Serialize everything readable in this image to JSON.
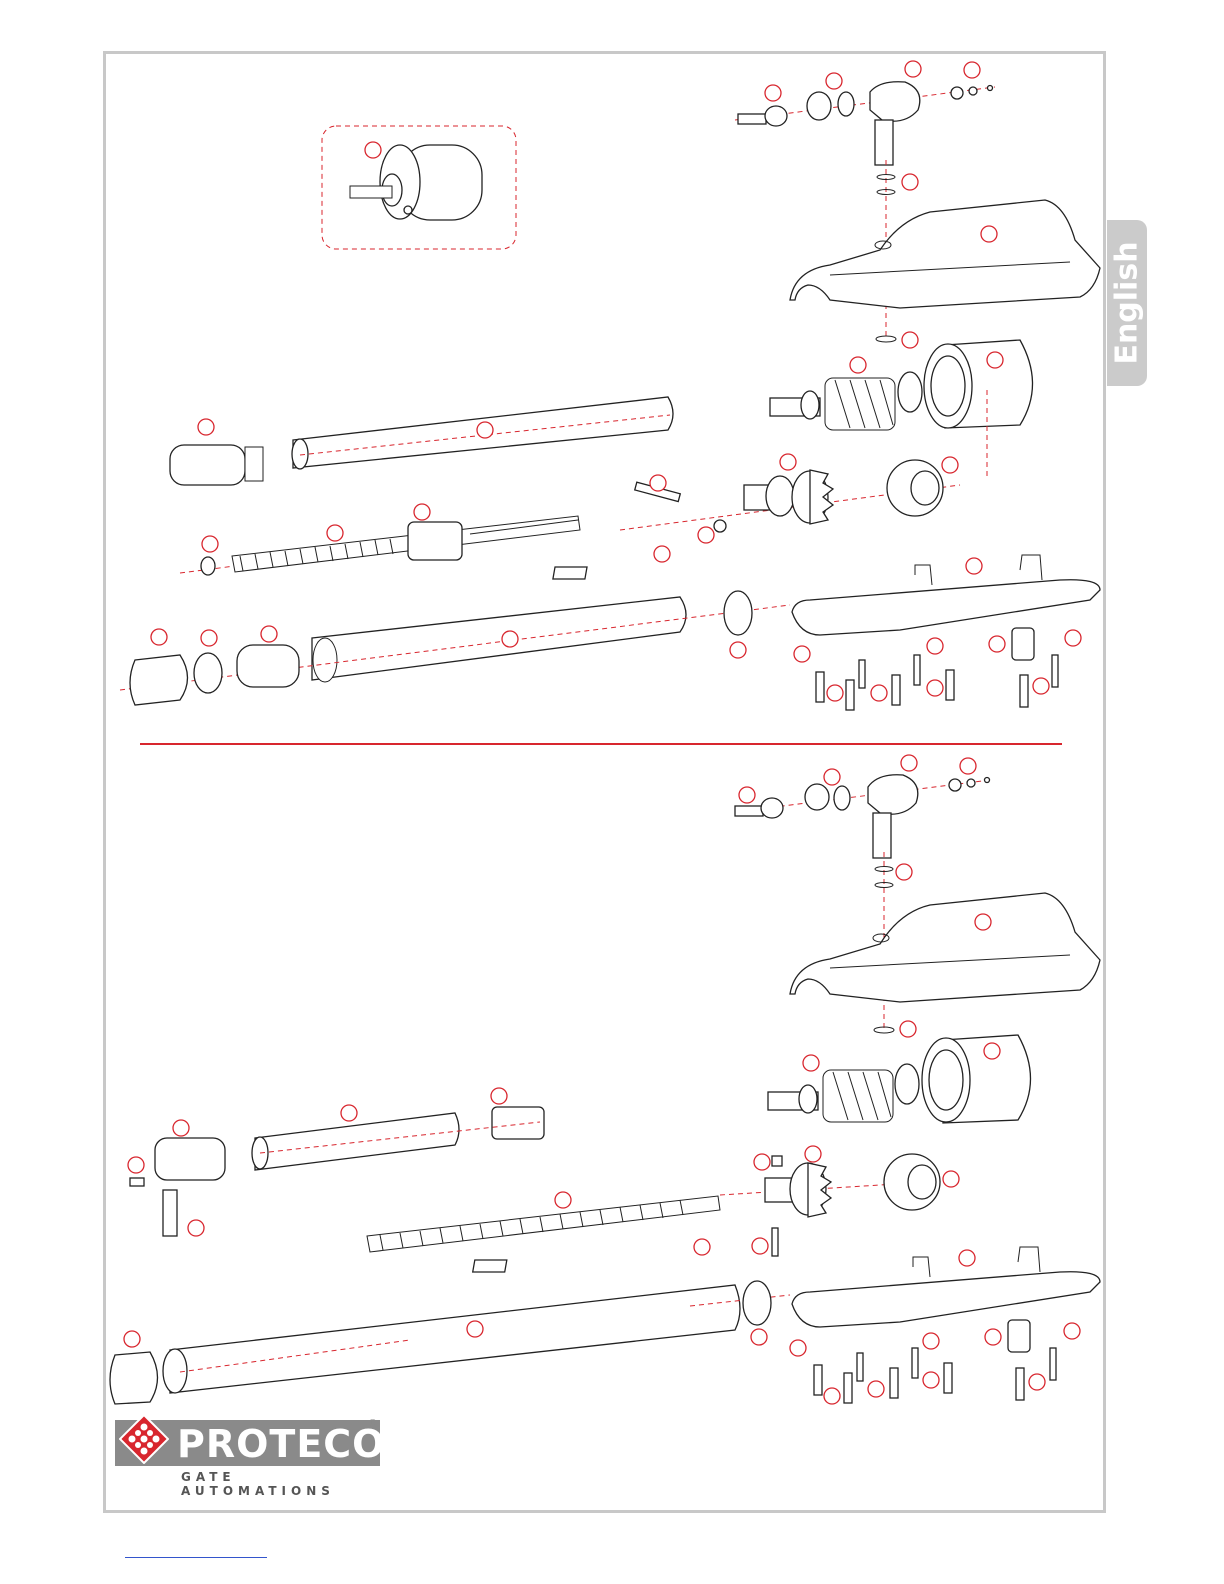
{
  "sidebar": {
    "language": "English"
  },
  "brand": {
    "name": "PROTECO",
    "registered": "®",
    "tagline": "GATE AUTOMATIONS"
  },
  "colors": {
    "accent": "#d8262e",
    "frame": "#c8c8c8",
    "tab": "#cbcbcb",
    "logo": "#8a8a8a"
  },
  "diagrams": [
    {
      "name": "exploded-view-top",
      "callout_count": 31
    },
    {
      "name": "exploded-view-bottom",
      "callout_count": 30
    }
  ]
}
